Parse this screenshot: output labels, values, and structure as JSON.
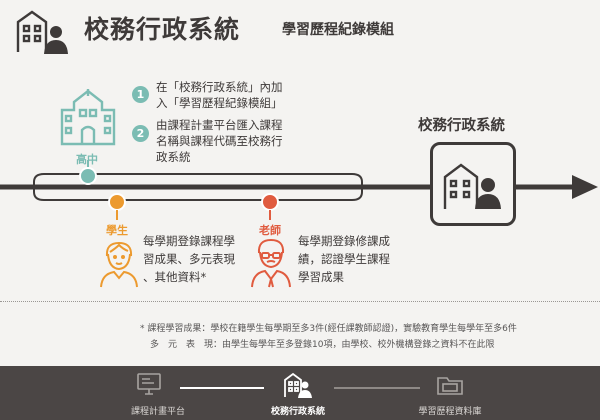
{
  "header": {
    "title": "校務行政系統",
    "subtitle": "學習歷程紀錄模組"
  },
  "school": {
    "label": "高中"
  },
  "steps": [
    {
      "num": "1",
      "lines": [
        "在「校務行政系統」內加",
        "入「學習歷程紀錄模組」"
      ]
    },
    {
      "num": "2",
      "lines": [
        "由課程計畫平台匯入課程",
        "名稱與課程代碼至校務行",
        "政系統"
      ]
    }
  ],
  "target": {
    "label": "校務行政系統"
  },
  "roles": [
    {
      "label": "學生",
      "lines": [
        "每學期登錄課程學",
        "習成果、多元表現",
        "、其他資料*"
      ]
    },
    {
      "label": "老師",
      "lines": [
        "每學期登錄修課成",
        "績，認證學生課程",
        "學習成果"
      ]
    }
  ],
  "notes": [
    "* 課程學習成果：學校在籍學生每學期至多3件(經任課教師認證)，實驗教育學生每學年至多6件",
    "多　元　表　現：由學生每學年至多登錄10項，由學校、校外機構登錄之資料不在此限"
  ],
  "footer": {
    "items": [
      {
        "label": "課程計畫平台"
      },
      {
        "label": "校務行政系統"
      },
      {
        "label": "學習歷程資料庫"
      }
    ],
    "active_index": 1
  },
  "colors": {
    "teal": "#7bbcb3",
    "orange": "#ec9a2f",
    "red": "#e05b3f",
    "dark": "#3e3a39",
    "footer_bg": "#4b4645"
  }
}
